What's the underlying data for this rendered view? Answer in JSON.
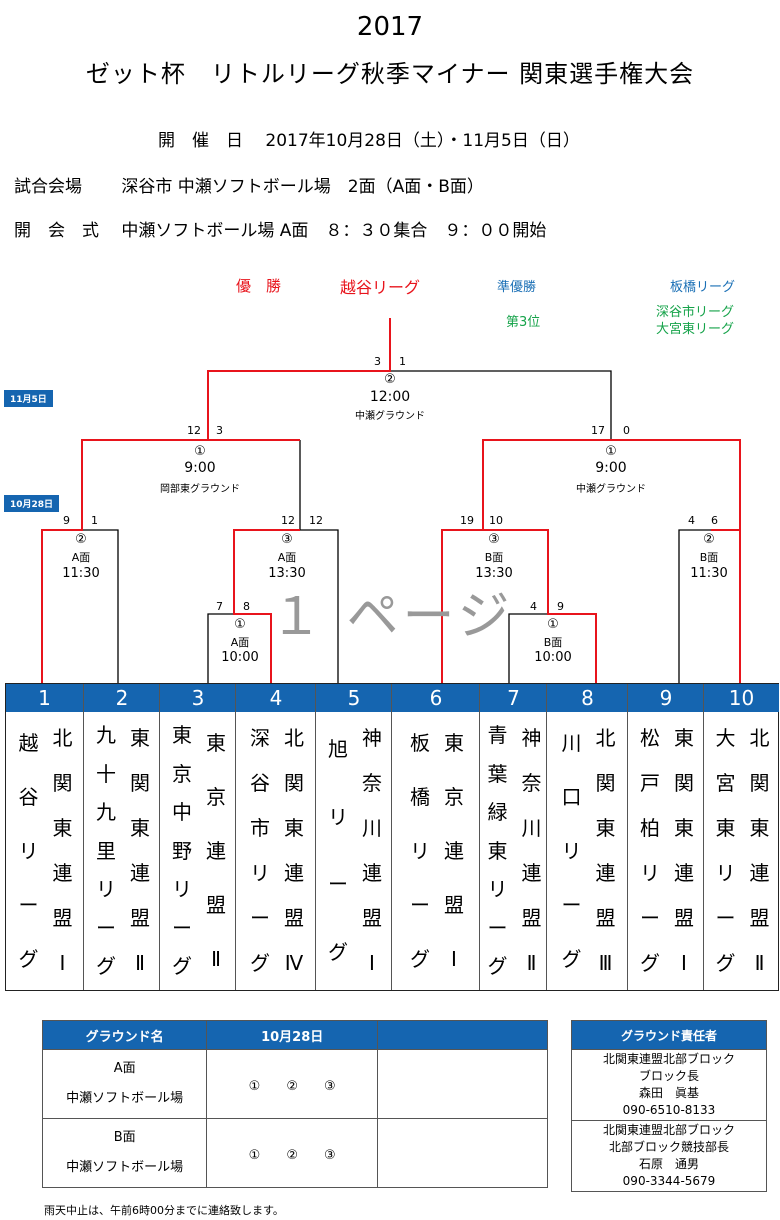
{
  "header": {
    "year": "2017",
    "title": "ゼット杯　リトルリーグ秋季マイナー 関東選手権大会"
  },
  "info": {
    "date": "開　催　日　 2017年10月28日（土）・11月5日（日）",
    "venue": "試合会場　　 深谷市 中瀬ソフトボール場　2面（A面・B面）",
    "ceremony": "開　会　式　 中瀬ソフトボール場 A面　８：３０集合　９：００開始"
  },
  "results": {
    "champion_label": "優　勝",
    "champion": "越谷リーグ",
    "runnerup_label": "準優勝",
    "runnerup": "板橋リーグ",
    "third_label": "第3位",
    "third1": "深谷市リーグ",
    "third2": "大宮東リーグ"
  },
  "dates": {
    "d1": "11月5日",
    "d2": "10月28日"
  },
  "final": {
    "s1": "3",
    "s2": "1",
    "num": "②",
    "time": "12:00",
    "place": "中瀬グラウンド"
  },
  "semi_left": {
    "s1": "12",
    "s2": "3",
    "num": "①",
    "time": "9:00",
    "place": "岡部東グラウンド"
  },
  "semi_right": {
    "s1": "17",
    "s2": "0",
    "num": "①",
    "time": "9:00",
    "place": "中瀬グラウンド"
  },
  "q1": {
    "s1": "9",
    "s2": "1",
    "num": "②",
    "court": "A面",
    "time": "11:30"
  },
  "q2": {
    "s1": "12",
    "s2": "12",
    "num": "③",
    "court": "A面",
    "time": "13:30"
  },
  "q3": {
    "s1": "19",
    "s2": "10",
    "num": "③",
    "court": "B面",
    "time": "13:30"
  },
  "q4": {
    "s1": "4",
    "s2": "6",
    "num": "②",
    "court": "B面",
    "time": "11:30"
  },
  "r1": {
    "s1": "7",
    "s2": "8",
    "num": "①",
    "court": "A面",
    "time": "10:00"
  },
  "r2": {
    "s1": "4",
    "s2": "9",
    "num": "①",
    "court": "B面",
    "time": "10:00"
  },
  "watermark": "１ ページ",
  "teams": [
    {
      "no": "1",
      "name": "越谷リーグ",
      "league": "北関東連盟Ⅰ"
    },
    {
      "no": "2",
      "name": "九十九里リーグ",
      "league": "東関東連盟Ⅱ"
    },
    {
      "no": "3",
      "name": "東京中野リーグ",
      "league": "東京連盟Ⅱ"
    },
    {
      "no": "4",
      "name": "深谷市リーグ",
      "league": "北関東連盟Ⅳ"
    },
    {
      "no": "5",
      "name": "旭リーグ",
      "league": "神奈川連盟Ⅰ"
    },
    {
      "no": "6",
      "name": "板橋リーグ",
      "league": "東京連盟Ⅰ"
    },
    {
      "no": "7",
      "name": "青葉緑東リーグ",
      "league": "神奈川連盟Ⅱ"
    },
    {
      "no": "8",
      "name": "川口リーグ",
      "league": "北関東連盟Ⅲ"
    },
    {
      "no": "9",
      "name": "松戸柏リーグ",
      "league": "東関東連盟Ⅰ"
    },
    {
      "no": "10",
      "name": "大宮東リーグ",
      "league": "北関東連盟Ⅱ"
    }
  ],
  "ground_table": {
    "h1": "グラウンド名",
    "h2": "10月28日",
    "a_court": "A面",
    "a_name": "中瀬ソフトボール場",
    "a_slots": "①　　②　　③",
    "b_court": "B面",
    "b_name": "中瀬ソフトボール場",
    "b_slots": "①　　②　　③"
  },
  "manager": {
    "header": "グラウンド責任者",
    "a1": "北関東連盟北部ブロック",
    "a2": "ブロック長",
    "a3": "森田　眞基",
    "a4": "090-6510-8133",
    "b1": "北関東連盟北部ブロック",
    "b2": "北部ブロック競技部長",
    "b3": "石原　通男",
    "b4": "090-3344-5679"
  },
  "footer": "雨天中止は、午前6時00分までに連絡致します。"
}
